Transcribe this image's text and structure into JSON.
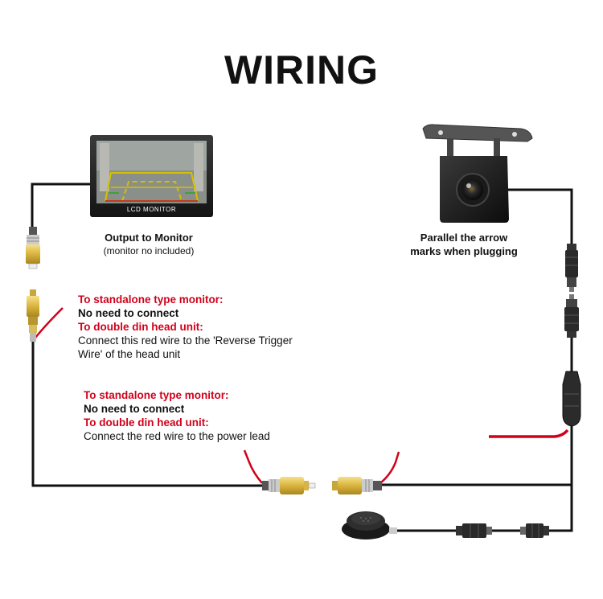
{
  "title": "WIRING",
  "monitor": {
    "screen_label": "LCD MONITOR",
    "caption_main": "Output to Monitor",
    "caption_sub": "(monitor no included)"
  },
  "camera": {
    "caption_line1": "Parallel the arrow",
    "caption_line2": "marks when plugging"
  },
  "note_reverse": {
    "heading_standalone": "To standalone type monitor:",
    "standalone_text": "No need to connect",
    "heading_double_din": "To double din head unit:",
    "double_din_text_line1": "Connect this red wire to the 'Reverse Trigger",
    "double_din_text_line2": "Wire' of the head unit"
  },
  "note_power": {
    "heading_standalone": "To standalone type monitor:",
    "standalone_text": "No need to connect",
    "heading_double_din": "To double din head unit:",
    "double_din_text": "Connect the red wire to the power lead"
  },
  "colors": {
    "wire_black": "#111111",
    "wire_red": "#d0021b",
    "rca_yellow": "#e8c84a",
    "text_red": "#d0021b"
  },
  "icons": [
    "lcd-monitor-icon",
    "backup-camera-icon",
    "rca-connector-icon",
    "aviation-connector-icon",
    "buzzer-module-icon"
  ]
}
